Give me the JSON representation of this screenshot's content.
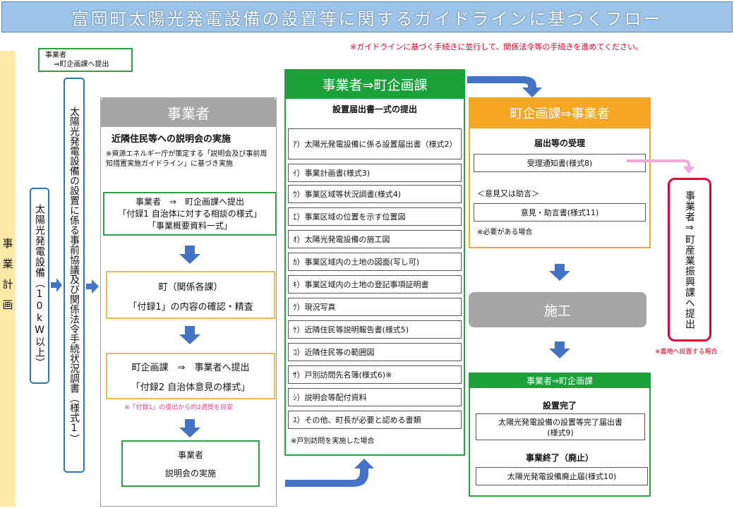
{
  "title": "富岡町太陽光発電設備の設置等に関するガイドラインに基づくフロー",
  "top_note": "※ガイドラインに基づく手続きに並行して、関係法令等の手続きを進めてください。",
  "left_column": {
    "label": "事業計画"
  },
  "legend": {
    "line1": "事業者",
    "line2": "⇒町企画課へ提出"
  },
  "target_box": {
    "label": "太陽光発電設備（10kW以上）"
  },
  "consult_box": {
    "label": "太陽光発電設備の設置に係る事前協議及び関係法令手続状況調書（様式1）"
  },
  "jigyousha_section": {
    "header": "事業者",
    "meeting_title": "近隣住民等への説明会の実施",
    "meeting_note": "※資源エネルギー庁が策定する「説明会及び事前周知措置実施ガイドライン」に基づき実施",
    "step1": {
      "line1": "事業者　⇒　町企画課へ提出",
      "line2": "「付録1 自治体に対する相談の様式」",
      "line3": "「事業概要資料一式」"
    },
    "step2": {
      "line1": "町（関係各課）",
      "line2": "「付録1」の内容の確認・精査"
    },
    "step3": {
      "line1": "町企画課　⇒　事業者へ提出",
      "line2": "「付録2 自治体意見の様式」"
    },
    "step3_note": "※「付録1」の提出から約2週間を目安",
    "step4": {
      "line1": "事業者",
      "line2": "説明会の実施"
    }
  },
  "submission_section": {
    "header": "事業者⇒町企画課",
    "title": "設置届出書一式の提出",
    "items": [
      "ｱ）太陽光発電設備に係る設置届出書（様式2）",
      "ｲ）事業計画書(様式3)",
      "ｳ）事業区域等状況調書(様式4)",
      "ｴ）事業区域の位置を示す位置図",
      "ｵ）太陽光発電設備の施工図",
      "ｶ）事業区域内の土地の図面(写し可)",
      "ｷ）事業区域内の土地の登記事項証明書",
      "ｸ）現況写真",
      "ｹ）近隣住民等説明報告書(様式5)",
      "ｺ）近隣住民等の範囲図",
      "ｻ）戸別訪問先名簿(様式6)※",
      "ｼ）説明会等配付資料",
      "ｽ）その他、町長が必要と認める書類"
    ],
    "note": "※戸別訪問を実施した場合"
  },
  "reception_section": {
    "header": "町企画課⇒事業者",
    "title": "届出等の受理",
    "notice": "受理通知書(様式8)",
    "opinion_heading": "＜意見又は助言＞",
    "opinion": "意見・助言書(様式11)",
    "note": "※必要がある場合"
  },
  "construction": {
    "label": "施工"
  },
  "completion_section": {
    "header": "事業者⇒町企画課",
    "complete_title": "設置完了",
    "complete_doc_line1": "太陽光発電設備の設置等完了届出書",
    "complete_doc_line2": "(様式9)",
    "end_title": "事業終了（廃止）",
    "end_doc": "太陽光発電設備廃止届(様式10)"
  },
  "industry_box": {
    "label": "事業者⇒町産業振興課へ提出",
    "note": "※農地へ設置する場合"
  },
  "colors": {
    "title_bg": "#9dc3e6",
    "gray_header": "#a6a6a6",
    "green_header": "#1aa13a",
    "orange_header": "#f5a623",
    "arrow_blue": "#4472c4",
    "pink": "#f4a6d7",
    "red": "#e0002a"
  }
}
